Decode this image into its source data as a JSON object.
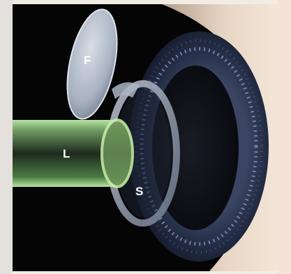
{
  "labels": {
    "flap": "F",
    "laser": "L",
    "stroma": "S"
  },
  "colors": {
    "page_background": "#f2ede4",
    "photo_background": "#050505",
    "sclera": "#e6d4c2",
    "iris_rim": "#2e3a57",
    "pupil": "#0c0d12",
    "laser_beam": "#9bd48a",
    "flap_fill": "#b9c2cf",
    "label_text": "#ffffff"
  }
}
